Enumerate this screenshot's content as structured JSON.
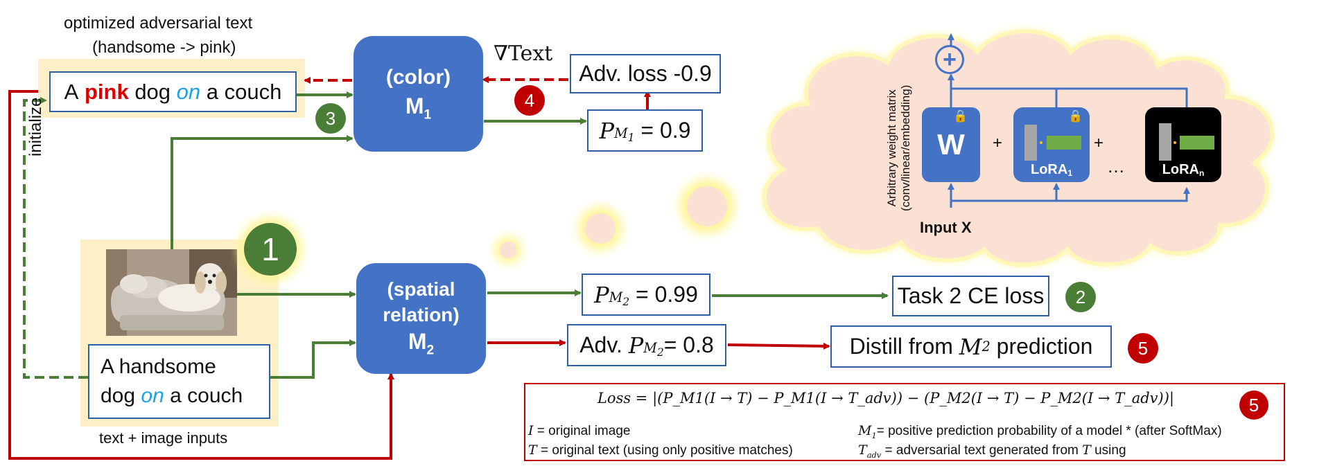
{
  "colors": {
    "green": "#4a7d36",
    "red": "#c00000",
    "model_blue": "#4472c4",
    "box_border": "#2e5ea8",
    "highlight": "#fdf0c8",
    "pink_word": "#e00000",
    "on_word": "#1aa3e8",
    "cloud": "#fbe1d4"
  },
  "top_caption": {
    "line1": "optimized adversarial text",
    "line2": "(handsome -> pink)"
  },
  "adv_text": {
    "word1": "A",
    "pink": "pink",
    "word2": "dog",
    "on": "on",
    "word3": "a couch"
  },
  "initialize_label": "initialize",
  "model1": {
    "name": "(color)",
    "symbol": "M",
    "sub": "1"
  },
  "model2": {
    "line1": "(spatial",
    "line2": "relation)",
    "symbol": "M",
    "sub": "2"
  },
  "grad_label": "∇Text",
  "adv_loss": "Adv. loss -0.9",
  "pm1": {
    "sym": "P",
    "sub": "M",
    "subsub": "1",
    "val": "= 0.9"
  },
  "pm2": {
    "sym": "P",
    "sub": "M",
    "subsub": "2",
    "val": "= 0.99"
  },
  "adv_pm2": {
    "prefix": "Adv.",
    "sym": "P",
    "sub": "M",
    "subsub": "2",
    "val": "= 0.8"
  },
  "task2": "Task 2 CE loss",
  "distill": {
    "text": "Distill from",
    "sym": "M",
    "sub": "2",
    "suffix": "prediction"
  },
  "orig_text": {
    "line1": "A handsome",
    "line2a": "dog",
    "on": "on",
    "line2b": "a couch"
  },
  "bottom_caption": "text + image inputs",
  "badges": {
    "b1": "1",
    "b2": "2",
    "b3": "3",
    "b4": "4",
    "b5a": "5",
    "b5b": "5"
  },
  "cloud": {
    "axis_line1": "Arbitrary weight matrix",
    "axis_line2": "(conv/linear/embedding)",
    "input": "Input X",
    "w": "W",
    "plus1": "+",
    "plus2": "+",
    "dots": "…",
    "lora1": "LoRA",
    "lora1_sub": "1",
    "loran": "LoRA",
    "loran_sub": "n",
    "sum": "+"
  },
  "loss": {
    "formula": "Loss = |(P_M1(I → T) − P_M1(I → T_adv)) − (P_M2(I → T) − P_M2(I → T_adv))|",
    "left1_sym": "I",
    "left1": " = original image",
    "left2_sym": "T",
    "left2": " = original text (using only positive matches)",
    "right1_sym": "M",
    "right1_sub": "1",
    "right1": "= positive prediction probability of a model * (after SoftMax)",
    "right2_sym": "T",
    "right2_sub": "adv",
    "right2": " = adversarial text generated from ",
    "right2_sym2": "T",
    "right2_end": " using"
  }
}
